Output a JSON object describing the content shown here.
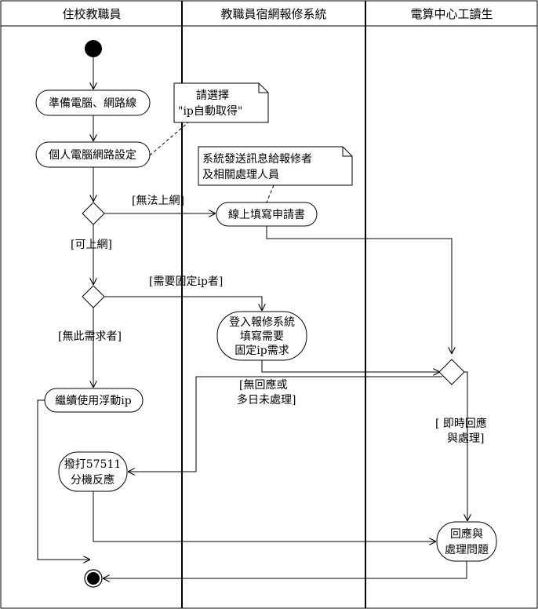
{
  "swimlanes": [
    {
      "id": "faculty",
      "title": "住校教職員"
    },
    {
      "id": "system",
      "title": "教職員宿網報修系統"
    },
    {
      "id": "student",
      "title": "電算中心工讀生"
    }
  ],
  "nodes": {
    "prepare": {
      "label": "準備電腦、網路線"
    },
    "settings": {
      "label": "個人電腦網路設定"
    },
    "apply": {
      "label": "線上填寫申請書"
    },
    "login": {
      "lines": [
        "登入報修系統",
        "填寫需要",
        "固定ip需求"
      ]
    },
    "floating": {
      "label": "繼續使用浮動ip"
    },
    "call": {
      "lines": [
        "撥打57511",
        "分機反應"
      ]
    },
    "respond": {
      "lines": [
        "回應與",
        "處理問題"
      ]
    }
  },
  "notes": {
    "ip_note": {
      "lines": [
        "請選擇",
        "\"ip自動取得\""
      ]
    },
    "sys_note": {
      "lines": [
        "系統發送訊息給報修者",
        "及相關處理人員"
      ]
    }
  },
  "guards": {
    "cannot_connect": "[無法上網]",
    "can_connect": "[可上網]",
    "need_fixed_ip": "[需要固定ip者]",
    "no_need": "[無此需求者]",
    "no_response_1": "[無回應或",
    "no_response_2": "多日未處理]",
    "immediate_1": "[ 即時回應",
    "immediate_2": "與處理]"
  }
}
